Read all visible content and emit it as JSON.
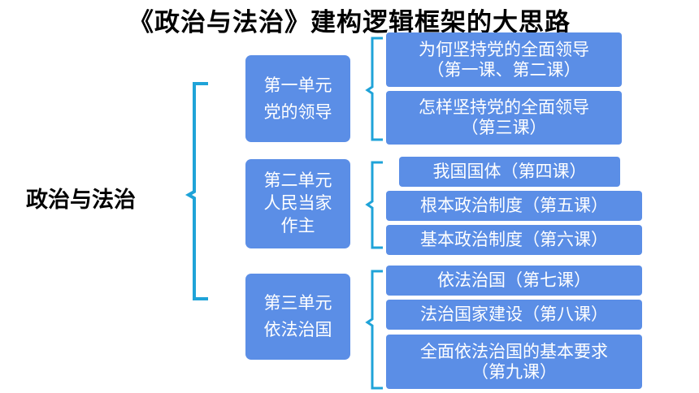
{
  "title": "《政治与法治》建构逻辑框架的大思路",
  "root_label": "政治与法治",
  "units": [
    {
      "lines": [
        "第一单元",
        "党的领导"
      ],
      "lessons": [
        {
          "lines": [
            "为何坚持党的全面领导",
            "（第一课、第二课）"
          ]
        },
        {
          "lines": [
            "怎样坚持党的全面领导",
            "（第三课）"
          ]
        }
      ]
    },
    {
      "lines": [
        "第二单元",
        "人民当家",
        "作主"
      ],
      "lessons": [
        {
          "lines": [
            "我国国体（第四课）"
          ]
        },
        {
          "lines": [
            "根本政治制度（第五课）"
          ]
        },
        {
          "lines": [
            "基本政治制度（第六课）"
          ]
        }
      ]
    },
    {
      "lines": [
        "第三单元",
        "依法治国"
      ],
      "lessons": [
        {
          "lines": [
            "依法治国（第七课）"
          ]
        },
        {
          "lines": [
            "法治国家建设（第八课）"
          ]
        },
        {
          "lines": [
            "全面依法治国的基本要求",
            "（第九课）"
          ]
        }
      ]
    }
  ],
  "colors": {
    "box_fill": "#5b8ee6",
    "bracket": "#1fa3d8",
    "box_text": "#ffffff"
  }
}
